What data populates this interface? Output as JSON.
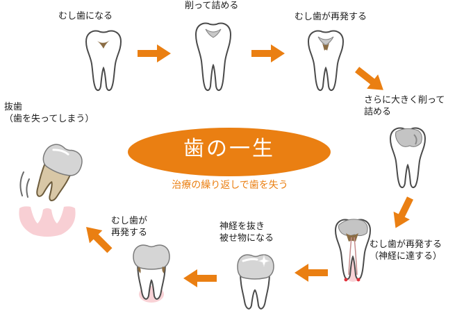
{
  "title": "歯の一生",
  "subtitle": "治療の繰り返しで歯を失う",
  "accent_color": "#ea7f12",
  "steps": [
    {
      "lines": [
        "むし歯になる"
      ],
      "icon": "tooth-small-cavity-icon"
    },
    {
      "lines": [
        "削って詰める"
      ],
      "icon": "tooth-small-filling-icon"
    },
    {
      "lines": [
        "むし歯が再発する"
      ],
      "icon": "tooth-recurrent-cavity-icon"
    },
    {
      "lines": [
        "さらに大きく削って",
        "詰める"
      ],
      "icon": "tooth-large-filling-icon"
    },
    {
      "lines": [
        "むし歯が再発する",
        "（神経に達する）"
      ],
      "icon": "tooth-nerve-decay-icon"
    },
    {
      "lines": [
        "神経を抜き",
        "被せ物になる"
      ],
      "icon": "tooth-crown-icon"
    },
    {
      "lines": [
        "むし歯が",
        "再発する"
      ],
      "icon": "tooth-crown-decay-icon"
    },
    {
      "lines": [
        "抜歯",
        "（歯を失ってしまう）"
      ],
      "icon": "tooth-extraction-icon"
    }
  ]
}
